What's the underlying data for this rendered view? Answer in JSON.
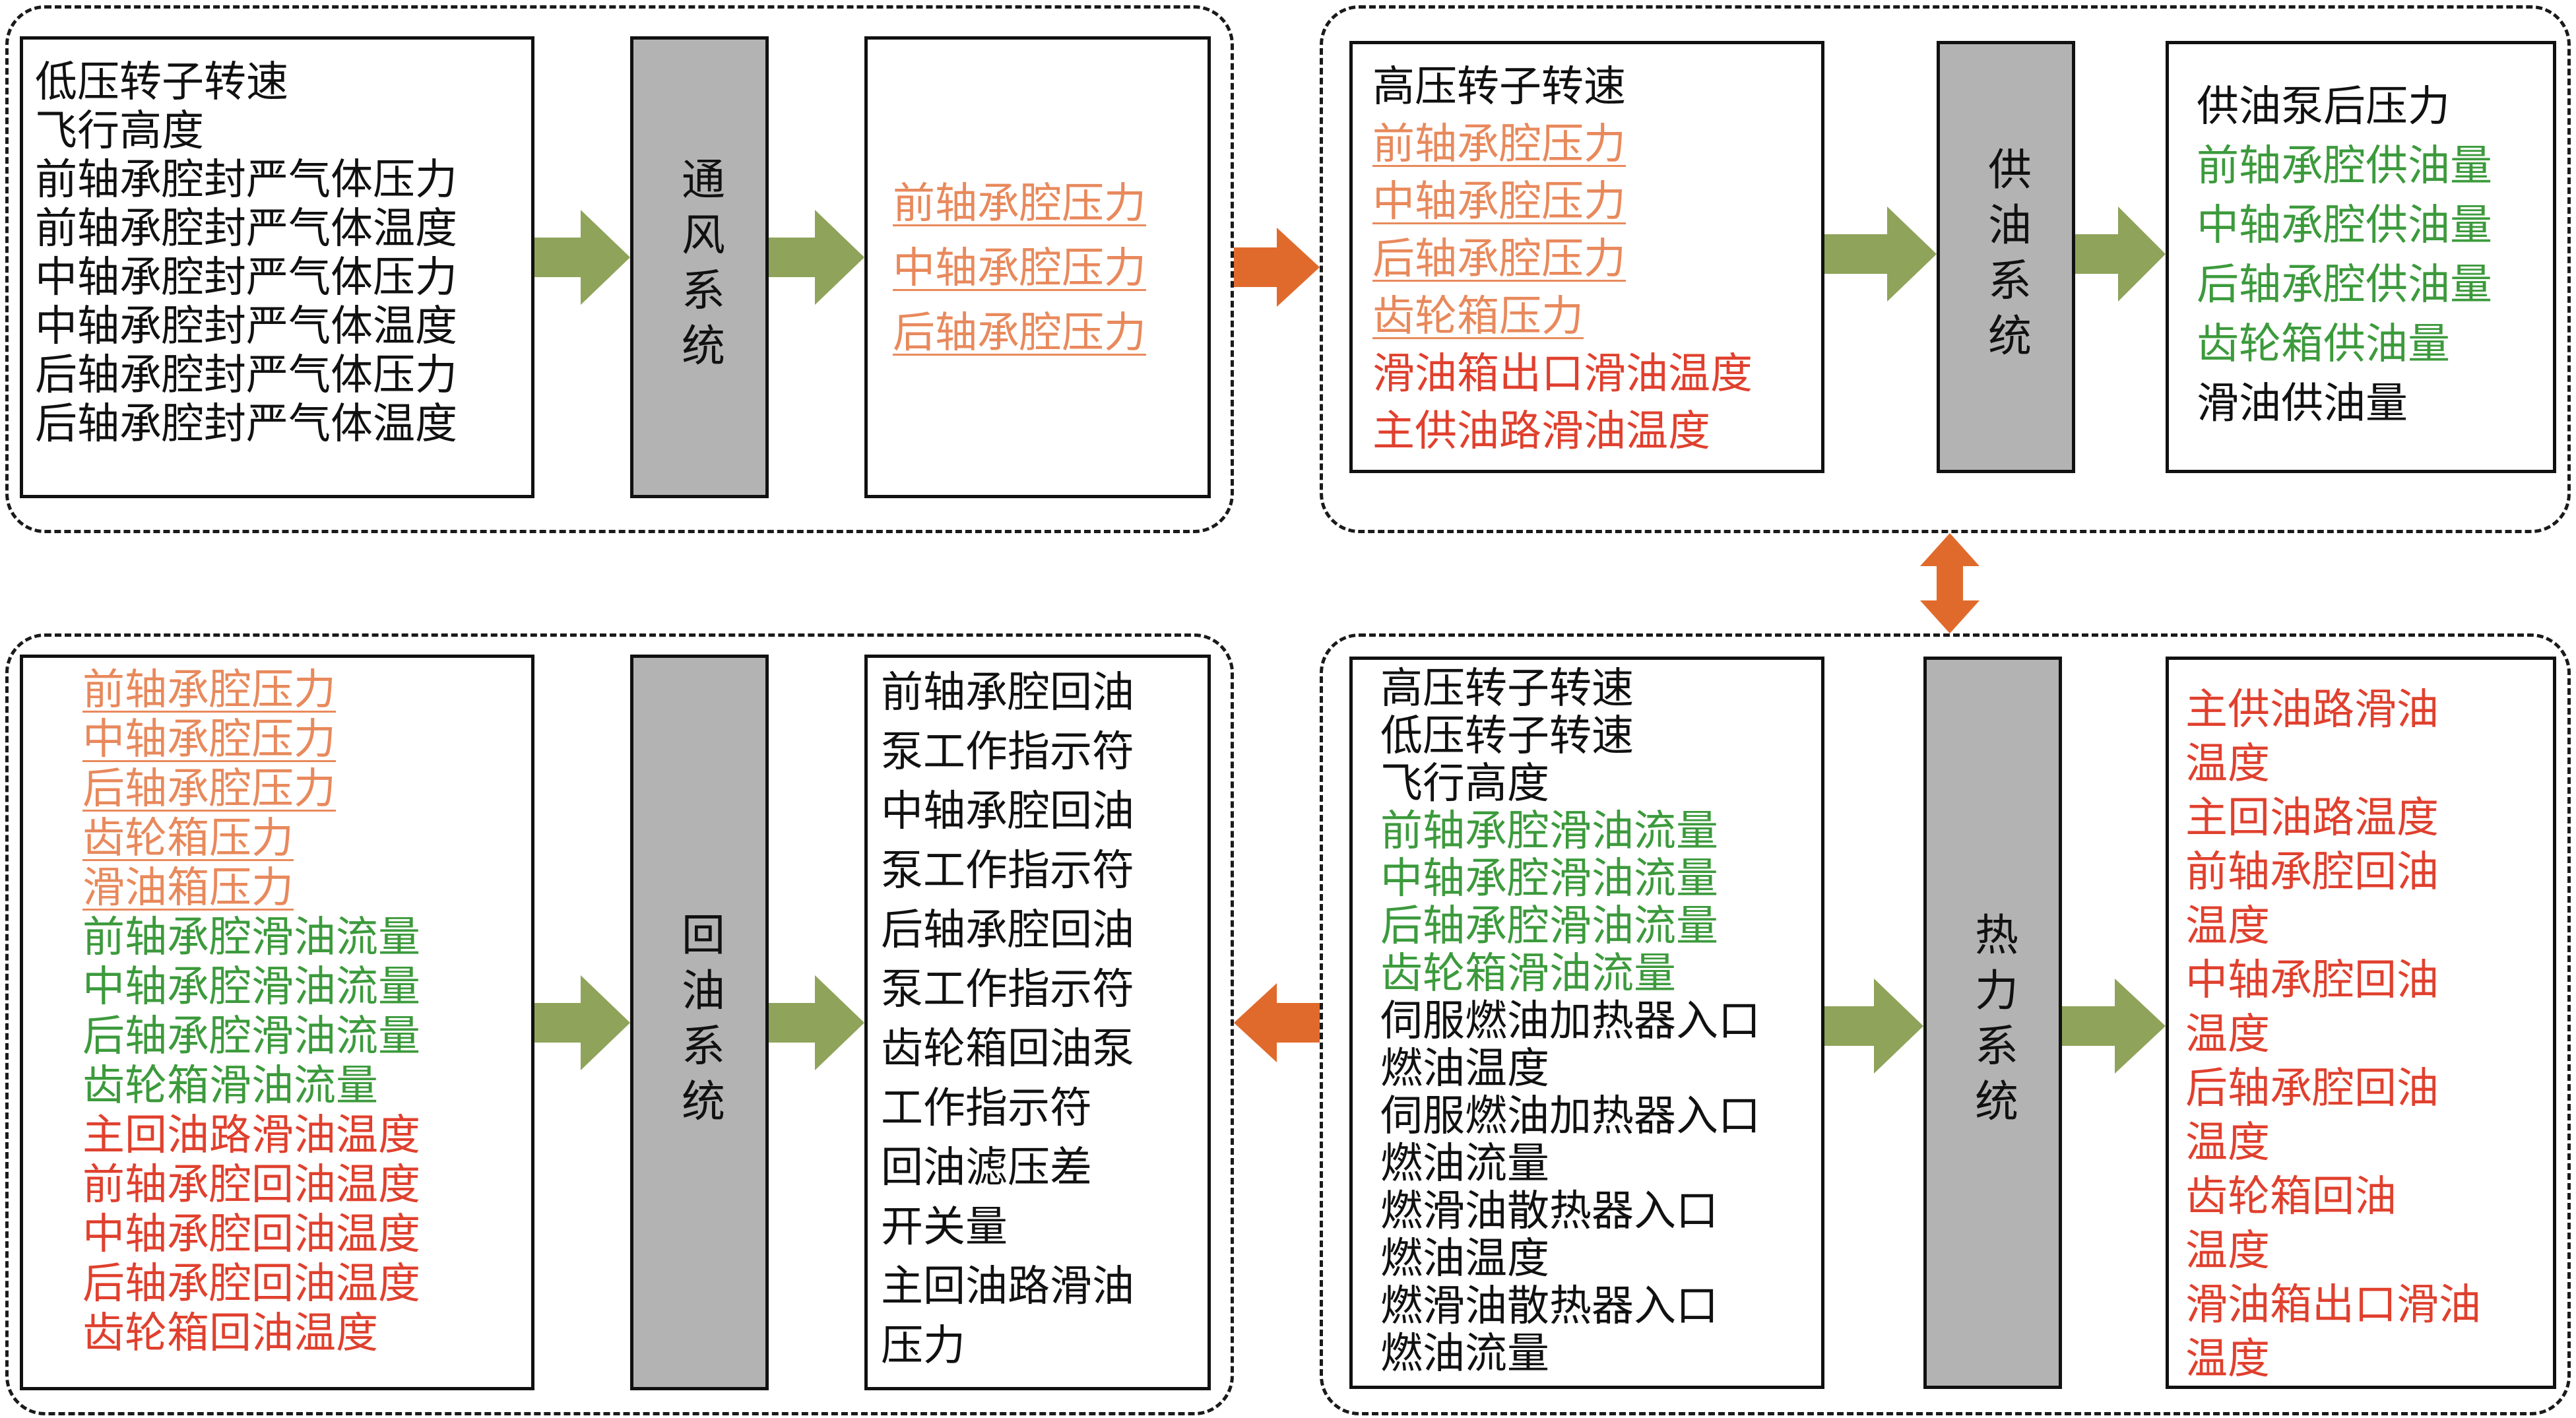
{
  "colors": {
    "black": "#111111",
    "orange_underlined": "#e8895c",
    "green": "#3c9a3c",
    "red": "#e0402e",
    "system_block": "#b3b3b3",
    "flow_arrow": "#8fa35a",
    "transfer_arrow": "#e06a2c"
  },
  "panel_ventilation": {
    "inputs": [
      {
        "text": "低压转子转速",
        "color": "black"
      },
      {
        "text": "飞行高度",
        "color": "black"
      },
      {
        "text": "前轴承腔封严气体压力",
        "color": "black"
      },
      {
        "text": "前轴承腔封严气体温度",
        "color": "black"
      },
      {
        "text": "中轴承腔封严气体压力",
        "color": "black"
      },
      {
        "text": "中轴承腔封严气体温度",
        "color": "black"
      },
      {
        "text": "后轴承腔封严气体压力",
        "color": "black"
      },
      {
        "text": "后轴承腔封严气体温度",
        "color": "black"
      }
    ],
    "system": "通风系统",
    "outputs": [
      {
        "text": "前轴承腔压力",
        "color": "orange"
      },
      {
        "text": "中轴承腔压力",
        "color": "orange"
      },
      {
        "text": "后轴承腔压力",
        "color": "orange"
      }
    ]
  },
  "panel_supply": {
    "inputs": [
      {
        "text": "高压转子转速",
        "color": "black"
      },
      {
        "text": "前轴承腔压力",
        "color": "orange"
      },
      {
        "text": "中轴承腔压力",
        "color": "orange"
      },
      {
        "text": "后轴承腔压力",
        "color": "orange"
      },
      {
        "text": "齿轮箱压力",
        "color": "orange"
      },
      {
        "text": "滑油箱出口滑油温度",
        "color": "red"
      },
      {
        "text": "主供油路滑油温度",
        "color": "red"
      }
    ],
    "system": "供油系统",
    "outputs": [
      {
        "text": "供油泵后压力",
        "color": "black"
      },
      {
        "text": "前轴承腔供油量",
        "color": "green"
      },
      {
        "text": "中轴承腔供油量",
        "color": "green"
      },
      {
        "text": "后轴承腔供油量",
        "color": "green"
      },
      {
        "text": "齿轮箱供油量",
        "color": "green"
      },
      {
        "text": "滑油供油量",
        "color": "black"
      }
    ]
  },
  "panel_return": {
    "inputs": [
      {
        "text": "前轴承腔压力",
        "color": "orange"
      },
      {
        "text": "中轴承腔压力",
        "color": "orange"
      },
      {
        "text": "后轴承腔压力",
        "color": "orange"
      },
      {
        "text": "齿轮箱压力",
        "color": "orange"
      },
      {
        "text": "滑油箱压力",
        "color": "orange"
      },
      {
        "text": "前轴承腔滑油流量",
        "color": "green"
      },
      {
        "text": "中轴承腔滑油流量",
        "color": "green"
      },
      {
        "text": "后轴承腔滑油流量",
        "color": "green"
      },
      {
        "text": "齿轮箱滑油流量",
        "color": "green"
      },
      {
        "text": "主回油路滑油温度",
        "color": "red"
      },
      {
        "text": "前轴承腔回油温度",
        "color": "red"
      },
      {
        "text": "中轴承腔回油温度",
        "color": "red"
      },
      {
        "text": "后轴承腔回油温度",
        "color": "red"
      },
      {
        "text": "齿轮箱回油温度",
        "color": "red"
      }
    ],
    "system": "回油系统",
    "outputs": [
      {
        "text": "前轴承腔回油",
        "color": "black"
      },
      {
        "text": "泵工作指示符",
        "color": "black"
      },
      {
        "text": "中轴承腔回油",
        "color": "black"
      },
      {
        "text": "泵工作指示符",
        "color": "black"
      },
      {
        "text": "后轴承腔回油",
        "color": "black"
      },
      {
        "text": "泵工作指示符",
        "color": "black"
      },
      {
        "text": "齿轮箱回油泵",
        "color": "black"
      },
      {
        "text": "工作指示符",
        "color": "black"
      },
      {
        "text": "回油滤压差",
        "color": "black"
      },
      {
        "text": "开关量",
        "color": "black"
      },
      {
        "text": "主回油路滑油",
        "color": "black"
      },
      {
        "text": "压力",
        "color": "black"
      }
    ]
  },
  "panel_thermal": {
    "inputs": [
      {
        "text": "高压转子转速",
        "color": "black"
      },
      {
        "text": "低压转子转速",
        "color": "black"
      },
      {
        "text": "飞行高度",
        "color": "black"
      },
      {
        "text": "前轴承腔滑油流量",
        "color": "green"
      },
      {
        "text": "中轴承腔滑油流量",
        "color": "green"
      },
      {
        "text": "后轴承腔滑油流量",
        "color": "green"
      },
      {
        "text": "齿轮箱滑油流量",
        "color": "green"
      },
      {
        "text": "伺服燃油加热器入口",
        "color": "black"
      },
      {
        "text": "燃油温度",
        "color": "black"
      },
      {
        "text": "伺服燃油加热器入口",
        "color": "black"
      },
      {
        "text": "燃油流量",
        "color": "black"
      },
      {
        "text": "燃滑油散热器入口",
        "color": "black"
      },
      {
        "text": "燃油温度",
        "color": "black"
      },
      {
        "text": "燃滑油散热器入口",
        "color": "black"
      },
      {
        "text": "燃油流量",
        "color": "black"
      }
    ],
    "system": "热力系统",
    "outputs": [
      {
        "text": "主供油路滑油",
        "color": "red"
      },
      {
        "text": "温度",
        "color": "red"
      },
      {
        "text": "主回油路温度",
        "color": "red"
      },
      {
        "text": "前轴承腔回油",
        "color": "red"
      },
      {
        "text": "温度",
        "color": "red"
      },
      {
        "text": "中轴承腔回油",
        "color": "red"
      },
      {
        "text": "温度",
        "color": "red"
      },
      {
        "text": "后轴承腔回油",
        "color": "red"
      },
      {
        "text": "温度",
        "color": "red"
      },
      {
        "text": "齿轮箱回油",
        "color": "red"
      },
      {
        "text": "温度",
        "color": "red"
      },
      {
        "text": "滑油箱出口滑油",
        "color": "red"
      },
      {
        "text": "温度",
        "color": "red"
      }
    ]
  }
}
